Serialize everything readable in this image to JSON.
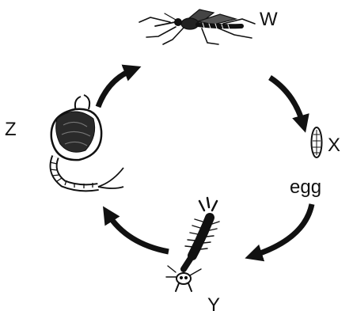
{
  "diagram": {
    "stages": [
      {
        "label": "W",
        "depicts": "adult-mosquito"
      },
      {
        "label": "X",
        "caption": "egg",
        "depicts": "egg"
      },
      {
        "label": "Y",
        "depicts": "larva"
      },
      {
        "label": "Z",
        "depicts": "pupa"
      }
    ],
    "cycle_order": [
      "W",
      "X",
      "Y",
      "Z"
    ],
    "colors": {
      "ink": "#111111",
      "background": "#ffffff"
    }
  }
}
